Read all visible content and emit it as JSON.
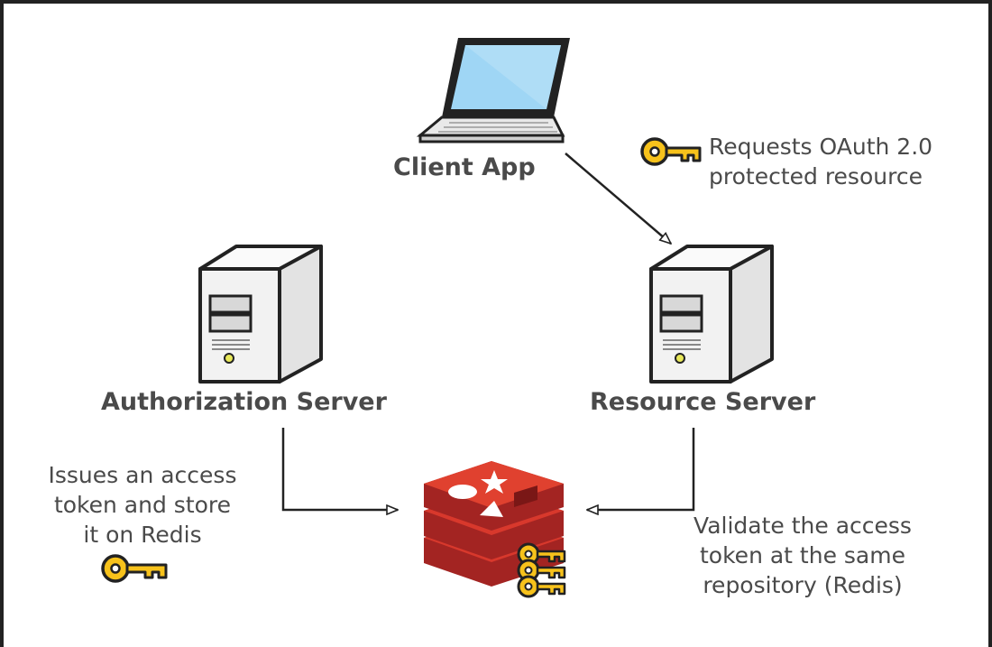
{
  "nodes": {
    "client_app": "Client App",
    "authorization_server": "Authorization Server",
    "resource_server": "Resource Server"
  },
  "notes": {
    "request": [
      "Requests OAuth 2.0",
      "protected resource"
    ],
    "issue": [
      "Issues an access",
      "token and store",
      "it on Redis"
    ],
    "validate": [
      "Validate the access",
      "token at the same",
      "repository (Redis)"
    ]
  },
  "colors": {
    "key": "#f7c21b",
    "redis_red": "#d4372c",
    "screen": "#8fd1f4",
    "text": "#4a4a4a"
  },
  "icons": [
    "laptop-icon",
    "server-icon",
    "redis-icon",
    "key-icon"
  ]
}
